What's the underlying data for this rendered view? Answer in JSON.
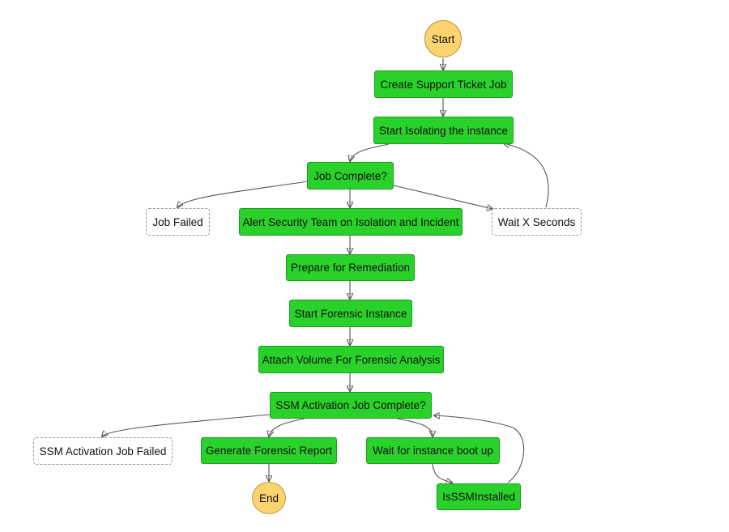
{
  "nodes": {
    "start": "Start",
    "create_ticket": "Create Support Ticket Job",
    "start_isolating": "Start Isolating the instance",
    "job_complete": "Job Complete?",
    "job_failed": "Job Failed",
    "alert_security": "Alert Security Team on Isolation and Incident",
    "wait_x": "Wait X Seconds",
    "prepare_remediation": "Prepare for Remediation",
    "start_forensic": "Start Forensic Instance",
    "attach_volume": "Attach Volume For Forensic Analysis",
    "ssm_complete": "SSM Activation Job Complete?",
    "ssm_failed": "SSM Activation Job Failed",
    "generate_report": "Generate Forensic Report",
    "wait_boot": "Wait for instance boot up",
    "end": "End",
    "is_ssm_installed": "IsSSMInstalled"
  },
  "colors": {
    "task_fill": "#2bd12b",
    "task_border": "#1b9e1b",
    "terminal_fill": "#fcd46f",
    "edge": "#555555",
    "failed_border": "#999999"
  }
}
